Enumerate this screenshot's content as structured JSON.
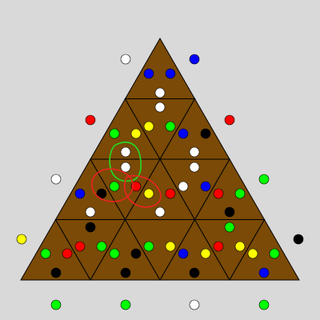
{
  "board": {
    "background": "#d9d9d9",
    "board_fill": "#7a4a06",
    "grid_line": "#000000"
  },
  "palette": {
    "white": "#ffffff",
    "blue": "#0000ff",
    "red": "#ff0000",
    "green": "#00ff00",
    "yellow": "#ffff00",
    "black": "#000000"
  },
  "annotations": {
    "green_loop_color": "#22dd22",
    "red_loop_color": "#ee2222"
  },
  "outside_marbles": [
    {
      "id": "o1",
      "color": "white"
    },
    {
      "id": "o2",
      "color": "blue"
    },
    {
      "id": "o3",
      "color": "red"
    },
    {
      "id": "o4",
      "color": "red"
    },
    {
      "id": "o5",
      "color": "white"
    },
    {
      "id": "o6",
      "color": "green"
    },
    {
      "id": "o7",
      "color": "yellow"
    },
    {
      "id": "o8",
      "color": "black"
    },
    {
      "id": "o9",
      "color": "green"
    },
    {
      "id": "o10",
      "color": "green"
    },
    {
      "id": "o11",
      "color": "white"
    },
    {
      "id": "o12",
      "color": "green"
    }
  ],
  "board_marbles": [
    {
      "color": "blue"
    },
    {
      "color": "blue"
    },
    {
      "color": "white"
    },
    {
      "color": "white"
    },
    {
      "color": "yellow"
    },
    {
      "color": "green"
    },
    {
      "color": "green"
    },
    {
      "color": "yellow"
    },
    {
      "color": "blue"
    },
    {
      "color": "black"
    },
    {
      "color": "white"
    },
    {
      "color": "white"
    },
    {
      "color": "white"
    },
    {
      "color": "white"
    },
    {
      "color": "blue"
    },
    {
      "color": "black"
    },
    {
      "color": "green"
    },
    {
      "color": "red"
    },
    {
      "color": "yellow"
    },
    {
      "color": "red"
    },
    {
      "color": "white"
    },
    {
      "color": "blue"
    },
    {
      "color": "red"
    },
    {
      "color": "green"
    },
    {
      "color": "white"
    },
    {
      "color": "white"
    },
    {
      "color": "black"
    },
    {
      "color": "black"
    },
    {
      "color": "green"
    },
    {
      "color": "green"
    },
    {
      "color": "red"
    },
    {
      "color": "red"
    },
    {
      "color": "green"
    },
    {
      "color": "green"
    },
    {
      "color": "black"
    },
    {
      "color": "green"
    },
    {
      "color": "yellow"
    },
    {
      "color": "blue"
    },
    {
      "color": "yellow"
    },
    {
      "color": "red"
    },
    {
      "color": "yellow"
    },
    {
      "color": "yellow"
    },
    {
      "color": "green"
    },
    {
      "color": "black"
    },
    {
      "color": "black"
    },
    {
      "color": "black"
    },
    {
      "color": "blue"
    }
  ]
}
